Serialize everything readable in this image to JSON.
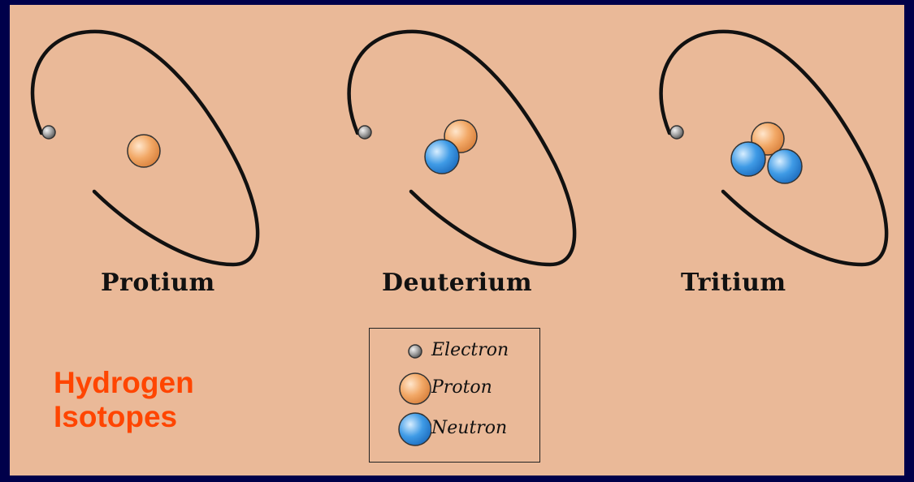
{
  "atoms": [
    {
      "name": "Protium",
      "protons": 1,
      "neutrons": 0,
      "electrons": 1
    },
    {
      "name": "Deuterium",
      "protons": 1,
      "neutrons": 1,
      "electrons": 1
    },
    {
      "name": "Tritium",
      "protons": 1,
      "neutrons": 2,
      "electrons": 1
    }
  ],
  "title_lines": [
    "Hydrogen",
    "Isotopes"
  ],
  "legend": {
    "electron": "Electron",
    "proton": "Proton",
    "neutron": "Neutron"
  },
  "colors": {
    "background": "#eab998",
    "frame": "#00004a",
    "title": "#ff4500",
    "proton": "#f0a060",
    "neutron": "#3090e0",
    "electron": "#888888"
  }
}
